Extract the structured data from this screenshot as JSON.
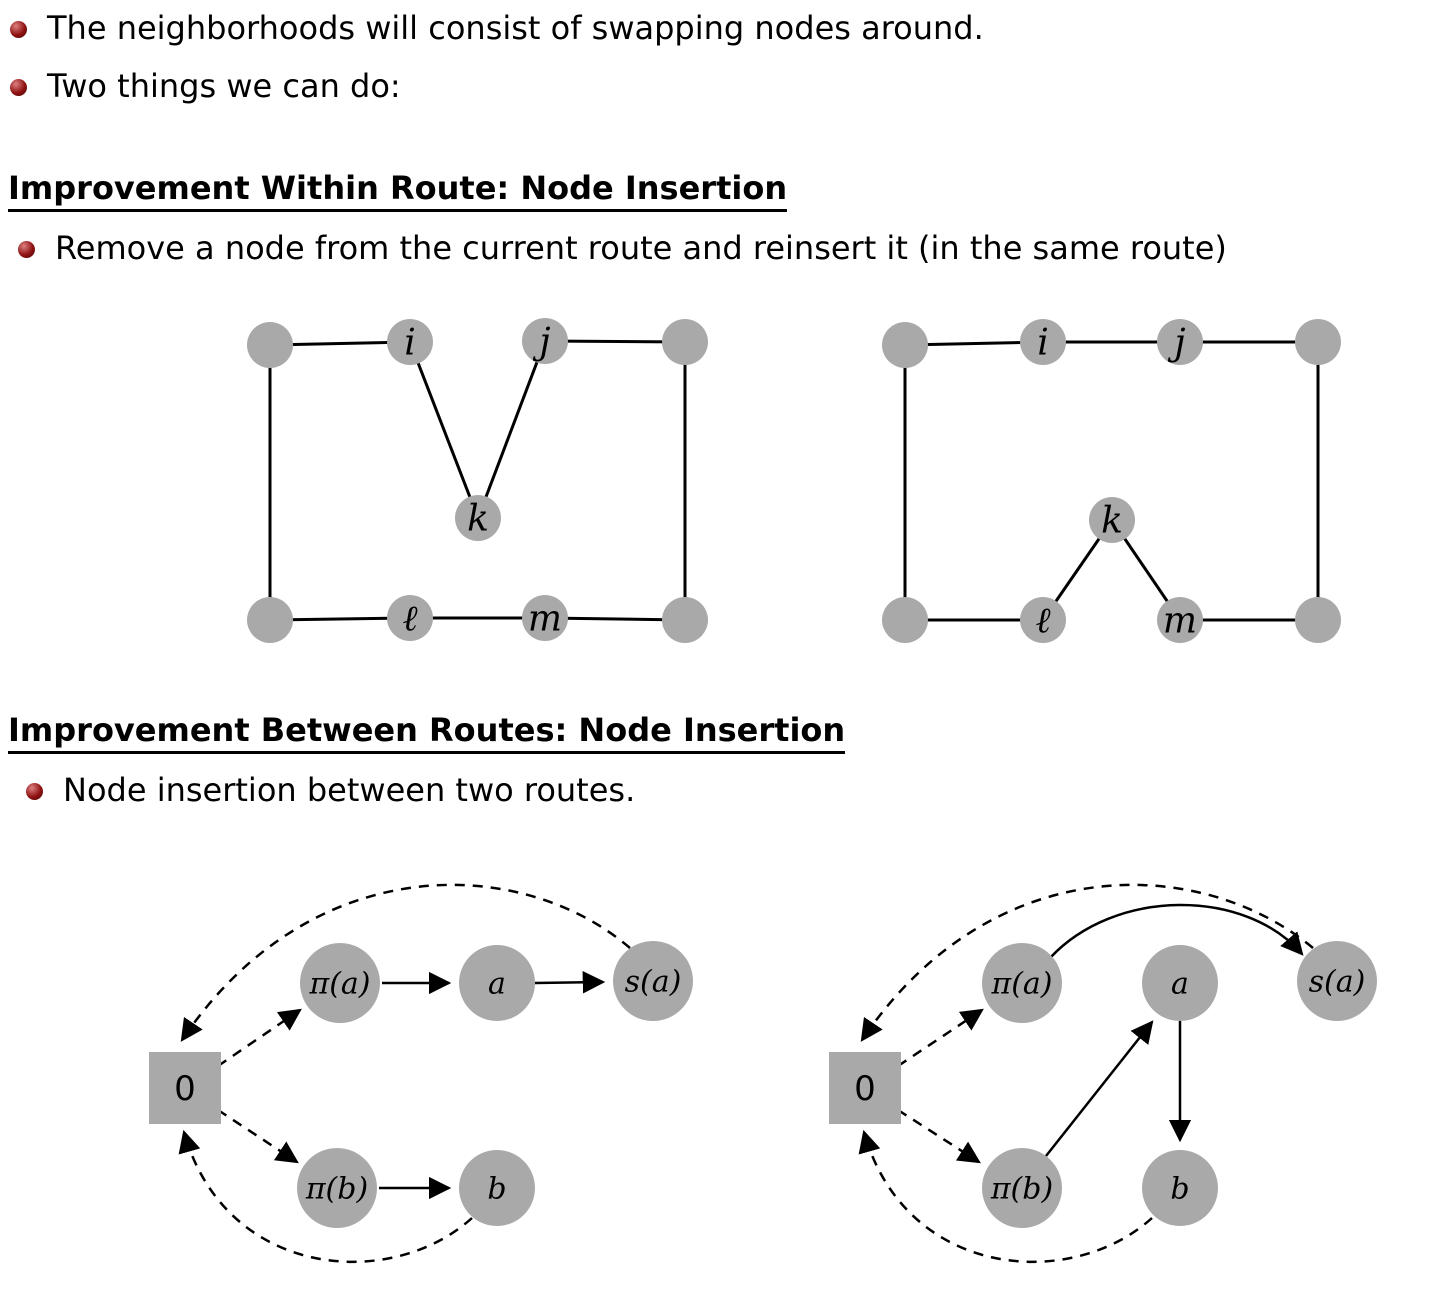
{
  "colors": {
    "node_fill": "#a9a9a9",
    "bullet": "#8f1212",
    "text": "#000000",
    "line": "#000000"
  },
  "intro_bullets": [
    "The neighborhoods will consist of swapping nodes around.",
    "Two things we can do:"
  ],
  "section_within": {
    "heading": "Improvement Within Route: Node Insertion",
    "bullet": "Remove a node from the current route and reinsert it (in the same route)"
  },
  "section_between": {
    "heading": "Improvement Between Routes: Node Insertion",
    "bullet": "Node insertion between two routes."
  },
  "route_labels": {
    "i": "i",
    "j": "j",
    "k": "k",
    "l": "ℓ",
    "m": "m"
  },
  "graph_labels": {
    "depot": "0",
    "pi_a": "π(a)",
    "a": "a",
    "s_a": "s(a)",
    "pi_b": "π(b)",
    "b": "b"
  }
}
